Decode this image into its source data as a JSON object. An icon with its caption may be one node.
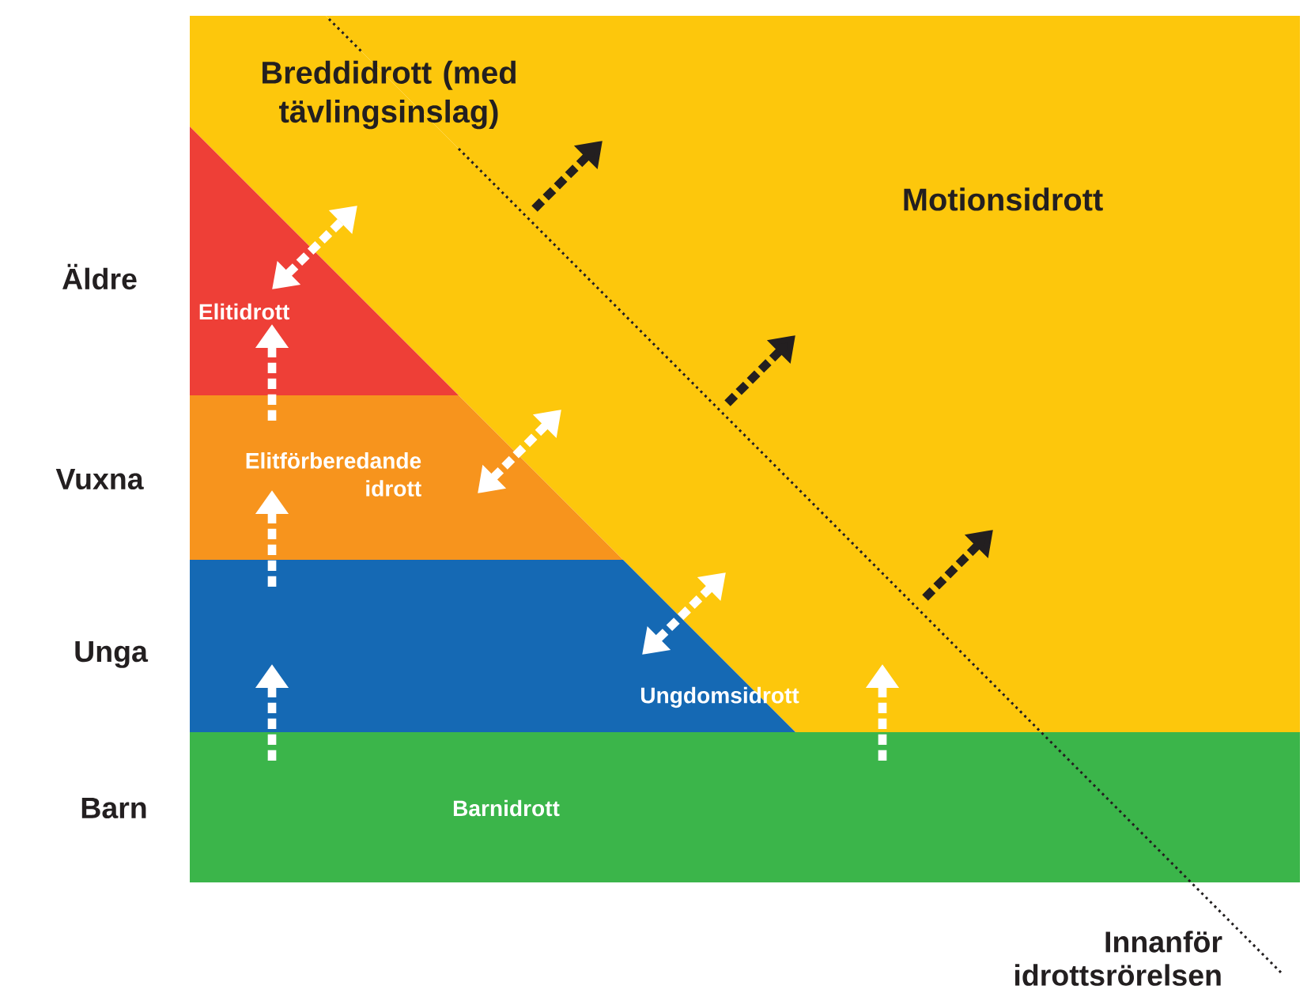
{
  "diagram": {
    "nodes": [
      {
        "text": [
          "Breddidrott (med tävlingsinslag)"
        ]
      },
      {
        "text": [
          "Motionsidrott"
        ]
      },
      {
        "text": [
          "Elitidrott"
        ]
      },
      {
        "text": [
          "Elitförberedande idrott"
        ]
      },
      {
        "text": [
          "Ungdomsidrott"
        ]
      },
      {
        "text": [
          "Barnidrott"
        ]
      }
    ],
    "edges": [
      {
        "from": 5,
        "to": 4,
        "arrow": "to",
        "style": "dashed"
      },
      {
        "from": 4,
        "to": 3,
        "arrow": "to",
        "style": "dashed"
      },
      {
        "from": 3,
        "to": 2,
        "arrow": "to",
        "style": "dashed"
      },
      {
        "from": 5,
        "to": 0,
        "arrow": "to",
        "style": "dashed"
      },
      {
        "from": 2,
        "to": 0,
        "arrow": "both",
        "style": "dashed"
      },
      {
        "from": 3,
        "to": 0,
        "arrow": "both",
        "style": "dashed"
      },
      {
        "from": 4,
        "to": 0,
        "arrow": "both",
        "style": "dashed"
      },
      {
        "from": 0,
        "to": 1,
        "arrow": "to",
        "style": "dashed",
        "color": "#231f20"
      },
      {
        "from": 0,
        "to": 1,
        "arrow": "to",
        "style": "dashed",
        "color": "#231f20"
      },
      {
        "from": 0,
        "to": 1,
        "arrow": "to",
        "style": "dashed",
        "color": "#231f20"
      }
    ],
    "labels": [
      "Äldre",
      "Vuxna",
      "Unga",
      "Barn",
      "Innanför idrottsrörelsen"
    ]
  }
}
